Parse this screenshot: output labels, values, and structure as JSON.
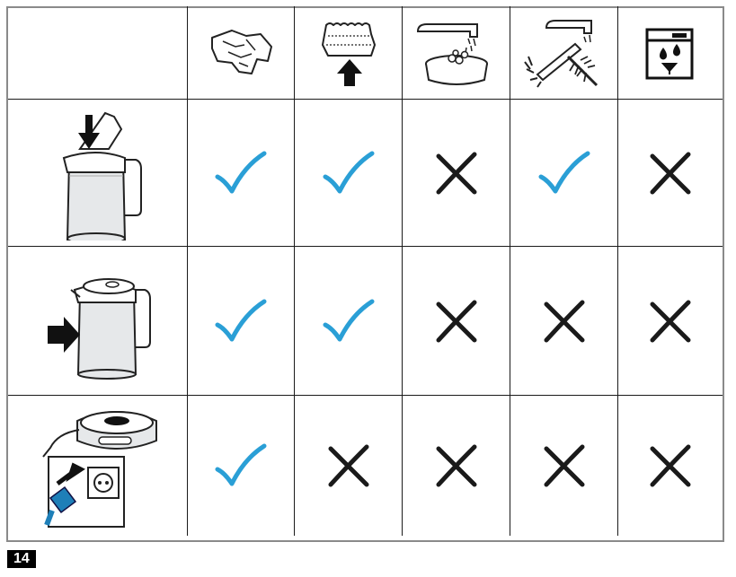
{
  "page_number": "14",
  "columns": [
    {
      "icon": "cloth-icon"
    },
    {
      "icon": "sponge-icon"
    },
    {
      "icon": "dishwasher-tap-bowl-icon"
    },
    {
      "icon": "brush-under-tap-icon"
    },
    {
      "icon": "dishwasher-icon"
    }
  ],
  "rows": [
    {
      "icon": "kettle-lid-open-icon",
      "marks": [
        "check",
        "check",
        "cross",
        "check",
        "cross"
      ]
    },
    {
      "icon": "kettle-body-icon",
      "marks": [
        "check",
        "check",
        "cross",
        "cross",
        "cross"
      ]
    },
    {
      "icon": "base-unplug-icon",
      "marks": [
        "check",
        "cross",
        "cross",
        "cross",
        "cross"
      ]
    }
  ],
  "colors": {
    "check": "#2a9fd6",
    "cross": "#1a1a1a",
    "grid": "#1a1a1a",
    "frame": "#8a8a8a"
  }
}
